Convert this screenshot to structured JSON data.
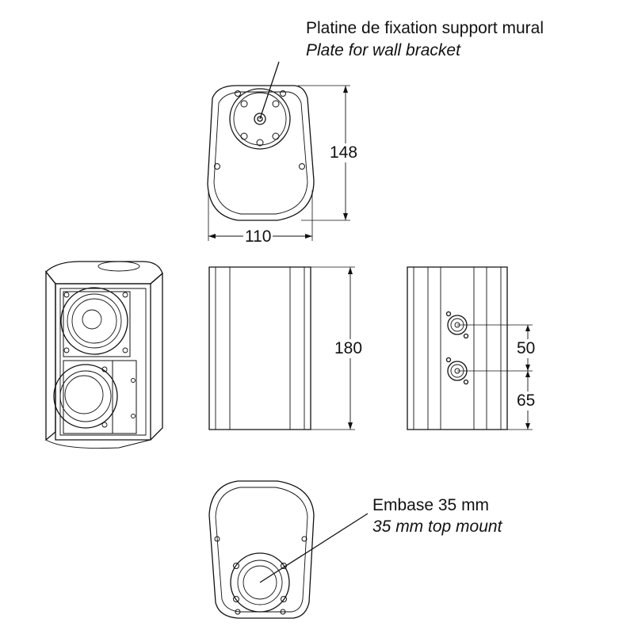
{
  "callouts": {
    "wall_bracket": {
      "fr": "Platine de fixation support mural",
      "en": "Plate for wall bracket"
    },
    "top_mount": {
      "fr": "Embase 35 mm",
      "en": "35 mm top mount"
    }
  },
  "dimensions": {
    "top_height": "148",
    "top_width": "110",
    "side_height": "180",
    "connector_spacing": "50",
    "connector_bottom": "65"
  },
  "colors": {
    "line": "#111111",
    "background": "#ffffff"
  }
}
